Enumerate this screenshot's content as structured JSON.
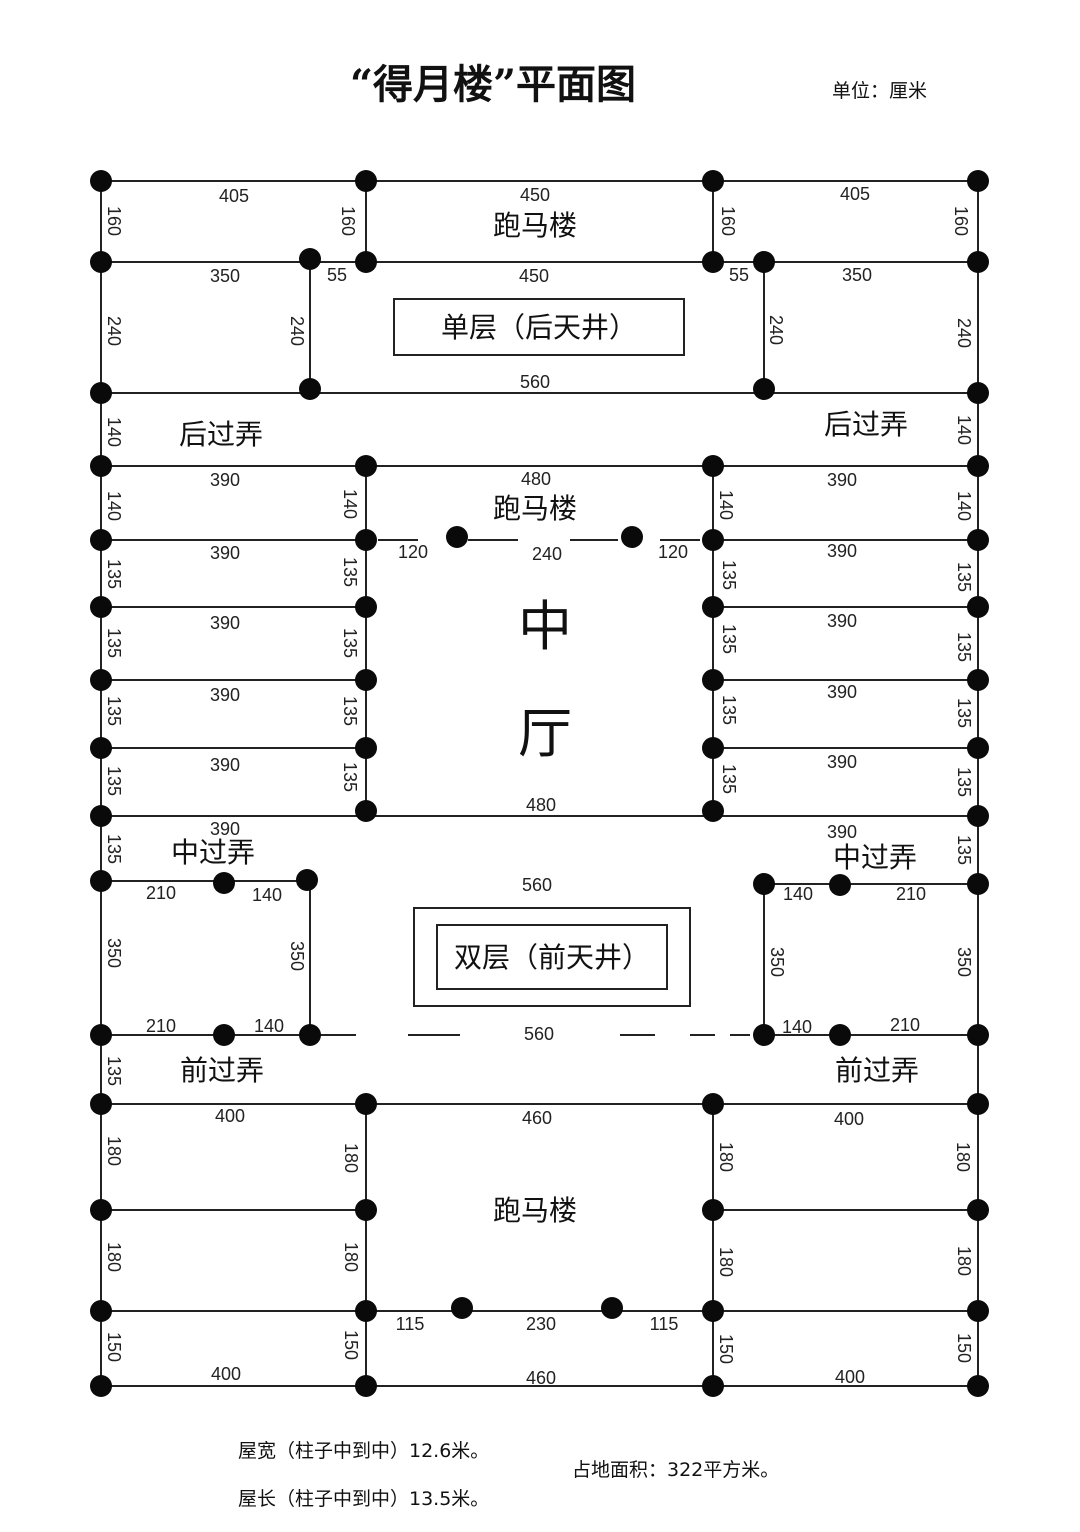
{
  "title": "“得月楼”平面图",
  "unit": "单位：厘米",
  "labels": {
    "rear_hall": "跑马楼",
    "rear_court": "单层（后天井）",
    "rear_lane": "后过弄",
    "middle_hall": "跑马楼",
    "middle_center_1": "中",
    "middle_center_2": "厅",
    "middle_lane": "中过弄",
    "front_court": "双层（前天井）",
    "front_lane": "前过弄",
    "front_hall": "跑马楼"
  },
  "notes": {
    "width": "屋宽（柱子中到中）12.6米。",
    "length": "屋长（柱子中到中）13.5米。",
    "area": "占地面积：322平方米。"
  },
  "dims": {
    "d405": "405",
    "d450": "450",
    "d160": "160",
    "d350": "350",
    "d55": "55",
    "d240": "240",
    "d560": "560",
    "d140": "140",
    "d390": "390",
    "d480": "480",
    "d120": "120",
    "d135": "135",
    "d210": "210",
    "d400": "400",
    "d460": "460",
    "d180": "180",
    "d150": "150",
    "d115": "115",
    "d230": "230"
  },
  "colors": {
    "line": "#222222",
    "column": "#0a0a0a"
  }
}
